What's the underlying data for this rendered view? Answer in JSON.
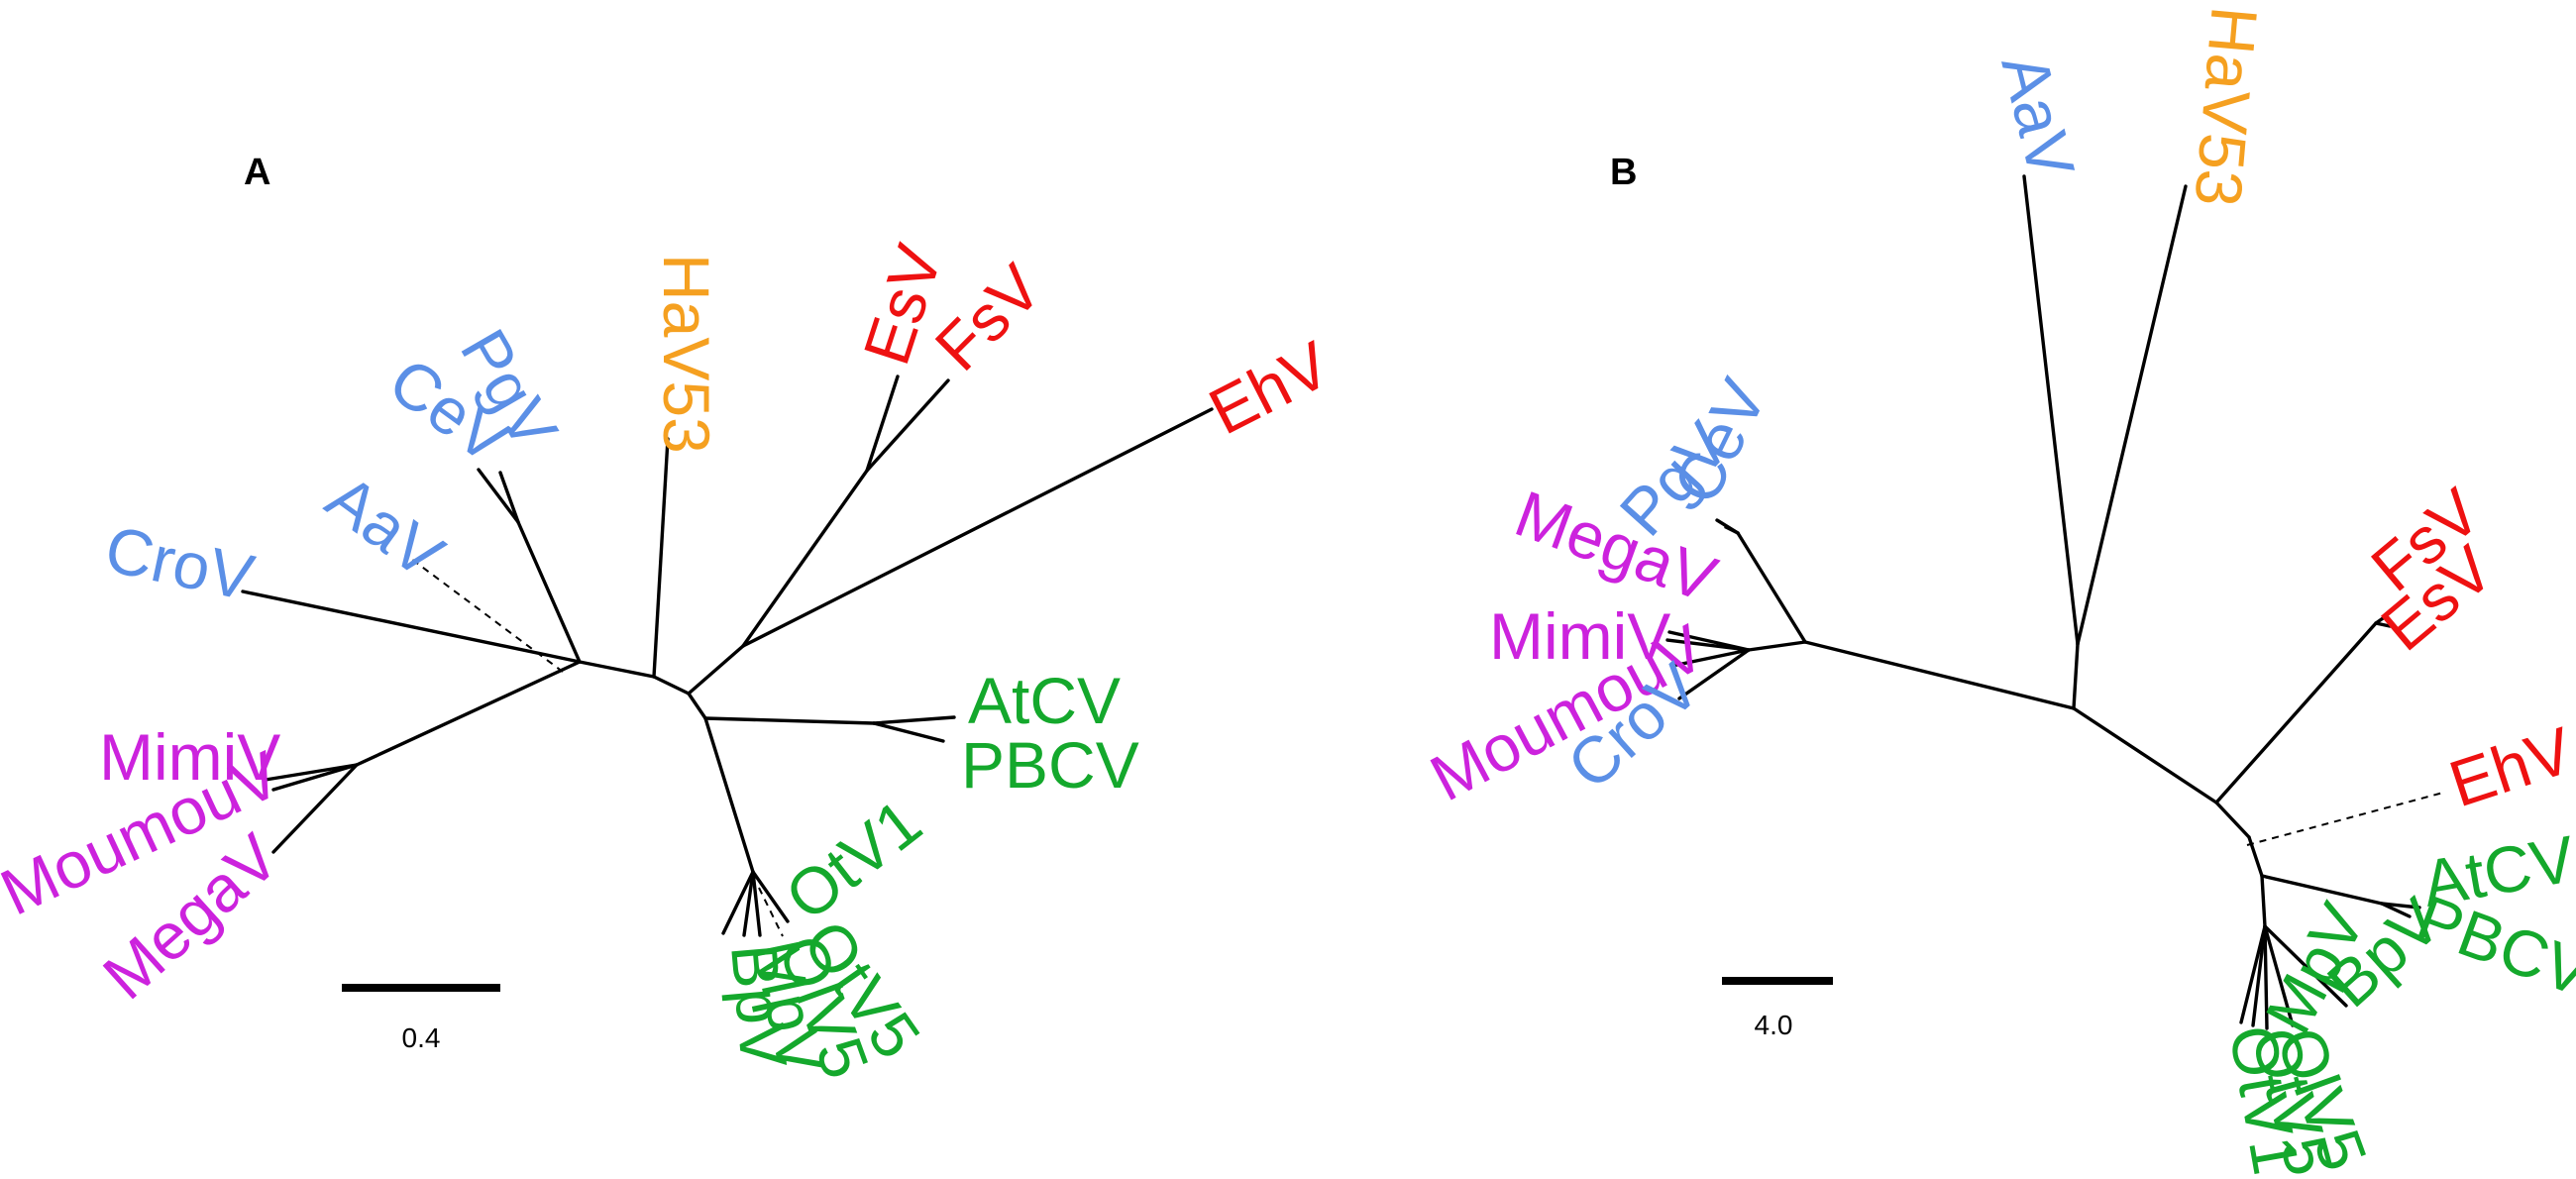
{
  "colors": {
    "blue": "#5b8fe6",
    "orange": "#f5a020",
    "red": "#ee1111",
    "green": "#14a82c",
    "magenta": "#cc22dd",
    "line": "#000000"
  },
  "panels": [
    {
      "id": "A",
      "letter": "A",
      "scale_label": "0.4",
      "leaves": [
        {
          "name": "PgV",
          "group": "blue"
        },
        {
          "name": "CeV",
          "group": "blue"
        },
        {
          "name": "AaV",
          "group": "blue"
        },
        {
          "name": "CroV",
          "group": "blue"
        },
        {
          "name": "HaV53",
          "group": "orange"
        },
        {
          "name": "EsV",
          "group": "red"
        },
        {
          "name": "FsV",
          "group": "red"
        },
        {
          "name": "EhV",
          "group": "red"
        },
        {
          "name": "AtCV",
          "group": "green"
        },
        {
          "name": "PBCV",
          "group": "green"
        },
        {
          "name": "MimiV",
          "group": "magenta"
        },
        {
          "name": "MoumouV",
          "group": "magenta"
        },
        {
          "name": "MegaV",
          "group": "magenta"
        },
        {
          "name": "OtV1",
          "group": "green"
        },
        {
          "name": "OtV5",
          "group": "green"
        },
        {
          "name": "OlV5",
          "group": "green"
        },
        {
          "name": "MpV",
          "group": "green"
        },
        {
          "name": "BpV",
          "group": "green"
        }
      ]
    },
    {
      "id": "B",
      "letter": "B",
      "scale_label": "4.0",
      "leaves": [
        {
          "name": "AaV",
          "group": "blue"
        },
        {
          "name": "HaV53",
          "group": "orange"
        },
        {
          "name": "CeV",
          "group": "blue"
        },
        {
          "name": "PgV",
          "group": "blue"
        },
        {
          "name": "MegaV",
          "group": "magenta"
        },
        {
          "name": "MimiV",
          "group": "magenta"
        },
        {
          "name": "MoumouV",
          "group": "magenta"
        },
        {
          "name": "CroV",
          "group": "blue"
        },
        {
          "name": "FsV",
          "group": "red"
        },
        {
          "name": "EsV",
          "group": "red"
        },
        {
          "name": "EhV",
          "group": "red"
        },
        {
          "name": "AtCV",
          "group": "green"
        },
        {
          "name": "PBCV",
          "group": "green"
        },
        {
          "name": "BpV",
          "group": "green"
        },
        {
          "name": "MpV",
          "group": "green"
        },
        {
          "name": "OlV5",
          "group": "green"
        },
        {
          "name": "OtV5",
          "group": "green"
        },
        {
          "name": "OtV1",
          "group": "green"
        }
      ]
    }
  ]
}
